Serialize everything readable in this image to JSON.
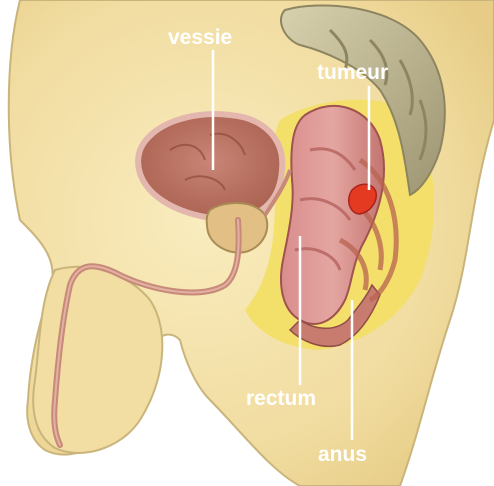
{
  "labels": {
    "vessie": "vessie",
    "tumeur": "tumeur",
    "rectum": "rectum",
    "anus": "anus"
  },
  "colors": {
    "skin": "#f3dfa3",
    "skin_outline": "#c9b57c",
    "fat": "#f4e066",
    "bladder": "#c98a78",
    "rectum": "#d98d8c",
    "colon": "#b5ad89",
    "tumor": "#e53a22",
    "label_text": "#ffffff"
  }
}
